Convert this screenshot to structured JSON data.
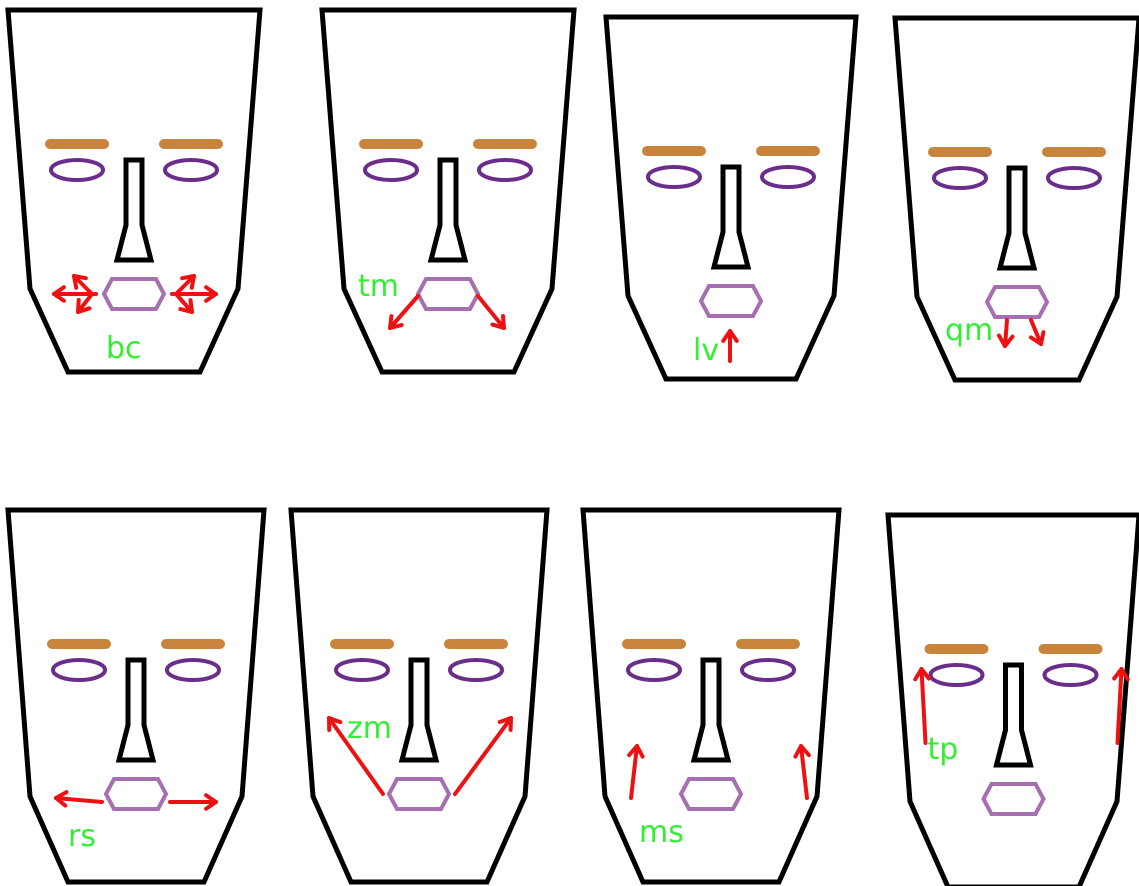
{
  "colors": {
    "outline": "#000000",
    "eyebrow": "#c8843a",
    "eye": "#6a2e8a",
    "mouth": "#a56fb0",
    "arrow": "#ee1111",
    "label": "#33ee33"
  },
  "faces": [
    {
      "id": "bc",
      "label": "bc",
      "arrows": "both mouth corners, multi-directional"
    },
    {
      "id": "tm",
      "label": "tm",
      "arrows": "mouth corners down and outward"
    },
    {
      "id": "lv",
      "label": "lv",
      "arrows": "chin up"
    },
    {
      "id": "qm",
      "label": "qm",
      "arrows": "lower lip down"
    },
    {
      "id": "rs",
      "label": "rs",
      "arrows": "mouth corners sideways"
    },
    {
      "id": "zm",
      "label": "zm",
      "arrows": "mouth corners up and outward"
    },
    {
      "id": "ms",
      "label": "ms",
      "arrows": "cheeks up"
    },
    {
      "id": "tp",
      "label": "tp",
      "arrows": "temples up"
    }
  ]
}
